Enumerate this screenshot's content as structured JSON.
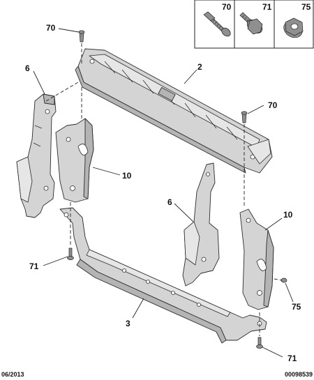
{
  "legend": {
    "items": [
      {
        "ref": "70",
        "icon": "screw-icon"
      },
      {
        "ref": "71",
        "icon": "flange-bolt-icon"
      },
      {
        "ref": "75",
        "icon": "flange-nut-icon"
      }
    ]
  },
  "callouts": {
    "bolt_top_left": "70",
    "crossmember": "2",
    "bolt_top_right": "70",
    "panel_left": "6",
    "bracket_left": "10",
    "panel_right": "6",
    "bracket_right": "10",
    "bolt_lower_left": "71",
    "nut_right": "75",
    "lower_crossmember": "3",
    "bolt_bottom_right": "71"
  },
  "footer": {
    "date": "06/2013",
    "reference": "00098539"
  }
}
